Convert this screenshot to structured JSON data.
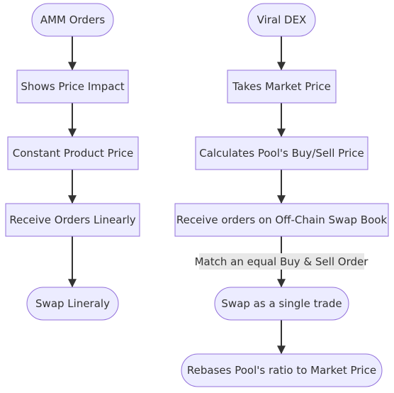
{
  "diagram": {
    "type": "flowchart",
    "direction": "top-down",
    "colors": {
      "node_fill": "#ececff",
      "node_border": "#9370db",
      "edge": "#333333",
      "text": "#333333",
      "edge_label_background": "#e8e8e8"
    },
    "amm_flow": {
      "start": "AMM Orders",
      "step1": "Shows Price Impact",
      "step2": "Constant Product Price",
      "step3": "Receive Orders Linearly",
      "end": "Swap Lineraly"
    },
    "viral_flow": {
      "start": "Viral DEX",
      "step1": "Takes Market Price",
      "step2": "Calculates Pool's Buy/Sell Price",
      "step3": "Receive orders on Off-Chain Swap Book",
      "edge_label": "Match an equal Buy & Sell Order",
      "step4": "Swap as a single trade",
      "end": "Rebases Pool's ratio to Market Price"
    }
  }
}
